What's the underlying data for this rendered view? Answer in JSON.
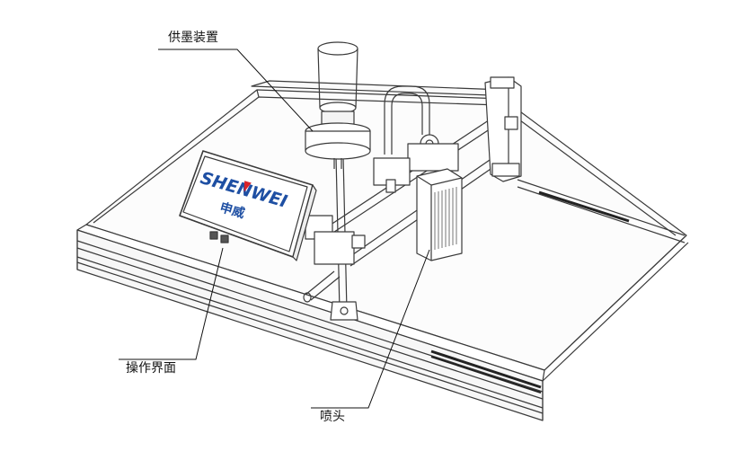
{
  "brand": {
    "logo_text": "SHENWEI",
    "logo_subtext": "申威"
  },
  "callouts": {
    "ink_supply": "供墨装置",
    "operation_interface": "操作界面",
    "print_head": "喷头"
  },
  "colors": {
    "line": "#3a3a3a",
    "logo_blue": "#1e4fa3",
    "logo_red": "#d8232a",
    "leader": "#111111"
  }
}
